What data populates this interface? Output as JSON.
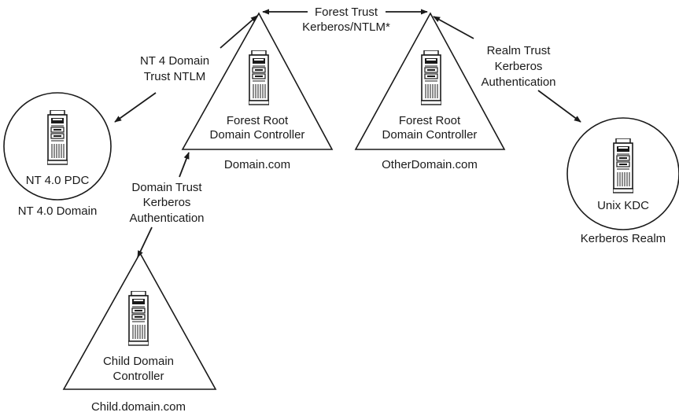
{
  "colors": {
    "line": "#1a1a1a",
    "server_fill": "#ffffff",
    "server_detail": "#1a1a1a"
  },
  "nodes": {
    "nt4_pdc": {
      "label": "NT 4.0 PDC",
      "caption": "NT 4.0 Domain",
      "icon": "server-icon"
    },
    "forest_root": {
      "label_line1": "Forest Root",
      "label_line2": "Domain Controller",
      "caption": "Domain.com",
      "icon": "server-icon"
    },
    "other_root": {
      "label_line1": "Forest Root",
      "label_line2": "Domain Controller",
      "caption": "OtherDomain.com",
      "icon": "server-icon"
    },
    "unix_kdc": {
      "label": "Unix KDC",
      "caption": "Kerberos Realm",
      "icon": "server-icon"
    },
    "child": {
      "label_line1": "Child Domain",
      "label_line2": "Controller",
      "caption": "Child.domain.com",
      "icon": "server-icon"
    }
  },
  "trusts": {
    "forest": {
      "line1": "Forest Trust",
      "line2": "Kerberos/NTLM*"
    },
    "nt4": {
      "line1": "NT 4 Domain",
      "line2": "Trust NTLM"
    },
    "realm": {
      "line1": "Realm Trust",
      "line2": "Kerberos",
      "line3": "Authentication"
    },
    "domain": {
      "line1": "Domain Trust",
      "line2": "Kerberos",
      "line3": "Authentication"
    }
  }
}
